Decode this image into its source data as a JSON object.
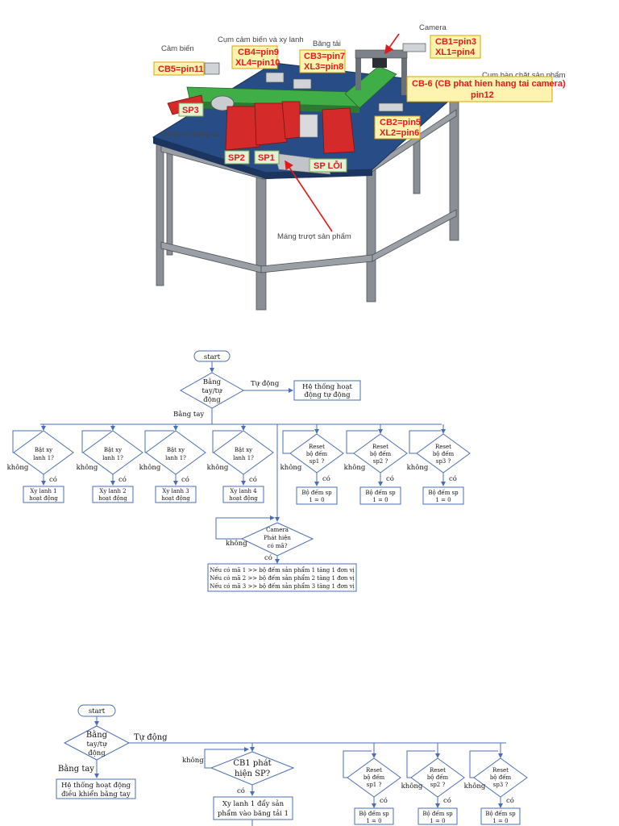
{
  "machine": {
    "labels": {
      "camera": "Camera",
      "cam_bien": "Cảm biến",
      "cum_cam_bien": "Cụm cảm biến và xy lanh",
      "bang_tai": "Băng tải",
      "cum_ban_chat": "Cụm bàn chặt sản phẩm",
      "dong_co": "Động cơ băng tải",
      "mang_truot": "Máng trượt sản phẩm"
    },
    "pins": {
      "cb5": "CB5=pin11",
      "cb4": "CB4=pin9",
      "xl4": "XL4=pin10",
      "cb3": "CB3=pin7",
      "xl3": "XL3=pin8",
      "cb1": "CB1=pin3",
      "xl1": "XL1=pin4",
      "cb6a": "CB-6 (CB phat hien hang tai camera)",
      "cb6b": "pin12",
      "cb2": "CB2=pin5",
      "xl2": "XL2=pin6",
      "sp3": "SP3",
      "sp2": "SP2",
      "sp1": "SP1",
      "sploi": "SP LỖI"
    }
  },
  "flow1": {
    "start": "start",
    "mode": [
      "Bằng",
      "tay/tự",
      "động"
    ],
    "tu_dong": "Tự động",
    "auto_box": [
      "Hệ thống hoạt",
      "động tự động"
    ],
    "bang_tay": "Bằng tay",
    "khong": "không",
    "co": "có",
    "cyl_q": [
      [
        "Bật xy",
        "lanh 1?"
      ],
      [
        "Bật xy",
        "lanh 1?"
      ],
      [
        "Bật xy",
        "lanh 1?"
      ],
      [
        "Bật xy",
        "lanh 1?"
      ]
    ],
    "cyl_box": [
      [
        "Xy lanh 1",
        "hoạt động"
      ],
      [
        "Xy lanh 2",
        "hoạt động"
      ],
      [
        "Xy lanh 3",
        "hoạt động"
      ],
      [
        "Xy lanh 4",
        "hoạt động"
      ]
    ],
    "reset_q": [
      [
        "Reset",
        "bộ đếm",
        "sp1 ?"
      ],
      [
        "Reset",
        "bộ đếm",
        "sp2 ?"
      ],
      [
        "Reset",
        "bộ đếm",
        "sp3 ?"
      ]
    ],
    "reset_box": [
      [
        "Bộ đếm sp",
        "1 = 0"
      ],
      [
        "Bộ đếm sp",
        "1 = 0"
      ],
      [
        "Bộ đếm sp",
        "1 = 0"
      ]
    ],
    "camera_q": [
      "Camera",
      "Phát hiện",
      "có mã?"
    ],
    "result": [
      "Nếu có mã 1 >> bộ đếm sản phẩm 1 tăng 1 đơn vị",
      "Nếu có mã 2 >> bộ đếm sản phẩm 2 tăng 1 đơn vị",
      "Nếu có mã 3 >> bộ đếm sản phẩm 3 tăng 1 đơn vị"
    ]
  },
  "flow2": {
    "start": "start",
    "mode": [
      "Bằng",
      "tay/tự",
      "động"
    ],
    "tu_dong": "Tự động",
    "bang_tay": "Bằng tay",
    "manual_box": [
      "Hệ thống hoạt động",
      "điều khiển bằng tay"
    ],
    "khong": "không",
    "co": "có",
    "cb1_q": [
      "CB1 phát",
      "hiện SP?"
    ],
    "cb1_box": [
      "Xy lanh 1 đẩy sản",
      "phẩm vào băng tải 1"
    ],
    "reset_q": [
      [
        "Reset",
        "bộ đếm",
        "sp1 ?"
      ],
      [
        "Reset",
        "bộ đếm",
        "sp2 ?"
      ],
      [
        "Reset",
        "bộ đếm",
        "sp3 ?"
      ]
    ],
    "reset_box": [
      [
        "Bộ đếm sp",
        "1 = 0"
      ],
      [
        "Bộ đếm sp",
        "1 = 0"
      ],
      [
        "Bộ đếm sp",
        "1 = 0"
      ]
    ]
  }
}
